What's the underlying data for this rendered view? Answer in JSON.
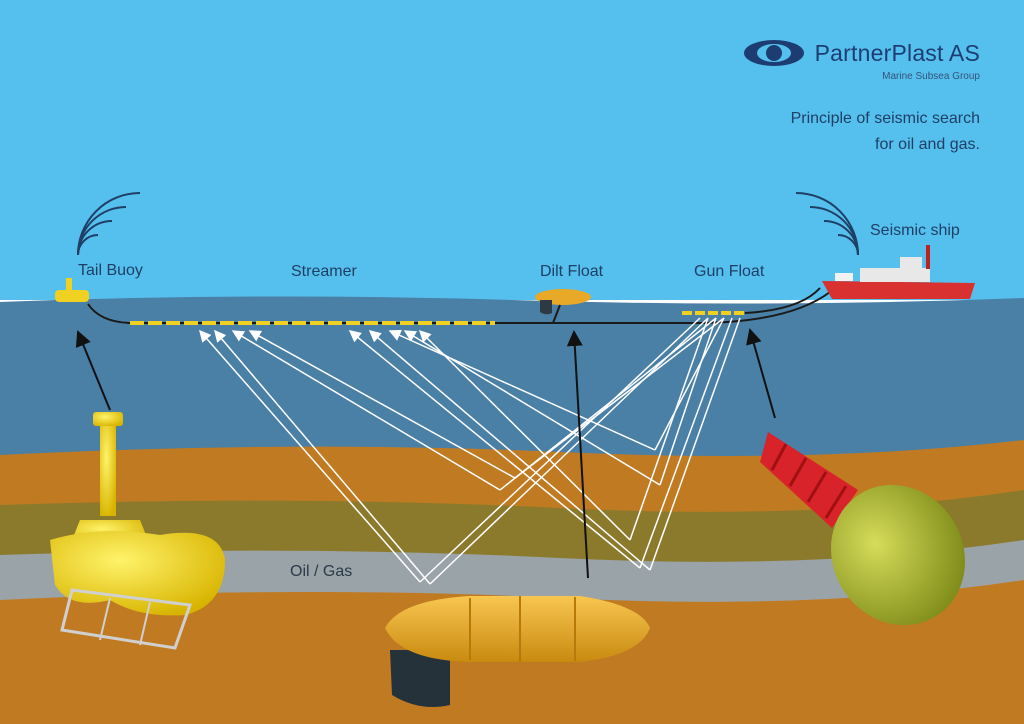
{
  "brand": {
    "name": "PartnerPlast AS",
    "subtitle": "Marine Subsea Group",
    "logo_color": "#1d3d72"
  },
  "caption": {
    "line1": "Principle of seismic search",
    "line2": "for oil and gas."
  },
  "labels": {
    "tail_buoy": "Tail Buoy",
    "streamer": "Streamer",
    "dilt_float": "Dilt Float",
    "gun_float": "Gun Float",
    "seismic_ship": "Seismic ship",
    "oil_gas": "Oil / Gas"
  },
  "colors": {
    "sky": "#55c0ee",
    "sea": "#4a7fa6",
    "sediment_orange": "#c07a22",
    "sediment_olive": "#8c7a2c",
    "oil_gas_layer": "#9aa3a8",
    "float_yellow": "#f0d020",
    "float_orange": "#e8a828",
    "gun_float_red": "#d8232a",
    "ship_red": "#d93030"
  }
}
